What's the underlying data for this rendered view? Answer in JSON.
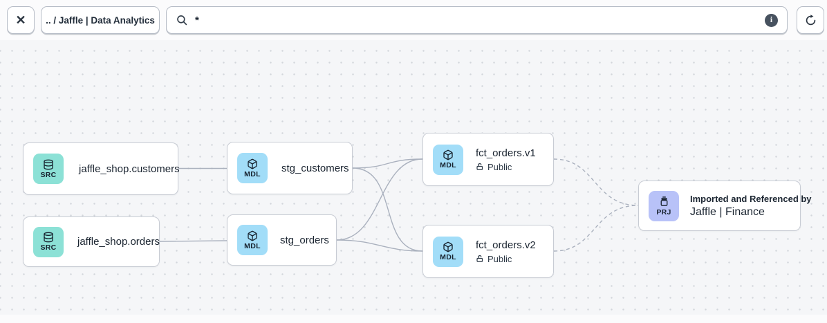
{
  "toolbar": {
    "breadcrumb": ".. / Jaffle | Data Analytics",
    "search_value": "*",
    "info_glyph": "i"
  },
  "nodes": {
    "jaffle_shop_customers": {
      "badge": "SRC",
      "label": "jaffle_shop.customers"
    },
    "jaffle_shop_orders": {
      "badge": "SRC",
      "label": "jaffle_shop.orders"
    },
    "stg_customers": {
      "badge": "MDL",
      "label": "stg_customers"
    },
    "stg_orders": {
      "badge": "MDL",
      "label": "stg_orders"
    },
    "fct_orders_v1": {
      "badge": "MDL",
      "label": "fct_orders.v1",
      "access": "Public"
    },
    "fct_orders_v2": {
      "badge": "MDL",
      "label": "fct_orders.v2",
      "access": "Public"
    },
    "project_jaffle_finance": {
      "badge": "PRJ",
      "title": "Imported and Referenced by",
      "label": "Jaffle | Finance"
    }
  },
  "icons": {
    "close": "close-icon",
    "search": "search-icon",
    "info": "info-icon",
    "refresh": "refresh-icon",
    "source": "database-icon",
    "model": "cube-icon",
    "project": "project-jar-icon",
    "access": "lock-open-icon"
  },
  "colors": {
    "src_badge": "#8CE1D6",
    "mdl_badge": "#A2DDF8",
    "prj_badge": "#B8C2F8",
    "edge": "#AAB1BE",
    "node_border": "#C8CCD4",
    "canvas_bg": "#F5F6F8",
    "dot": "#D3D6DC",
    "text_dark": "#1A2430"
  }
}
